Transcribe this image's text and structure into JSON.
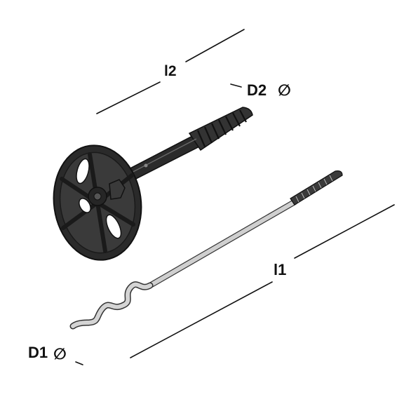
{
  "labels": {
    "l2": "l2",
    "l1": "l1",
    "d2": "D2",
    "d1": "D1",
    "diameter_symbol": "∅"
  },
  "colors": {
    "line": "#111111",
    "plastic": "#2b2b2b",
    "plastic_light": "#4a4a4a",
    "steel": "#c9c9c9",
    "steel_dark": "#5a5a5a"
  }
}
